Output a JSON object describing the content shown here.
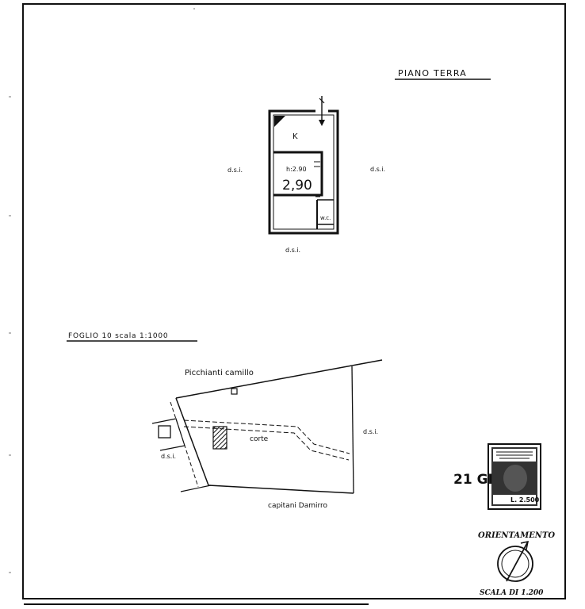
{
  "ground_floor": {
    "title": "PIANO TERRA",
    "room_kitchen": "K",
    "height_label": "h:2.90",
    "height_value": "2,90",
    "wc_label": "w.c.",
    "neighbor_left": "d.s.i.",
    "neighbor_right": "d.s.i.",
    "neighbor_bottom": "d.s.i."
  },
  "cadastral_map": {
    "title": "FOGLIO 10 scala 1:1000",
    "owner_north": "Picchianti camillo",
    "owner_south": "capitani Damirro",
    "court_label": "corte",
    "neighbor_east": "d.s.i.",
    "neighbor_west": "d.s.i."
  },
  "stamp": {
    "date_fragment": "21 GI",
    "amount": "L. 2.500"
  },
  "orientation": {
    "label": "ORIENTAMENTO",
    "scale": "SCALA DI 1.200"
  }
}
